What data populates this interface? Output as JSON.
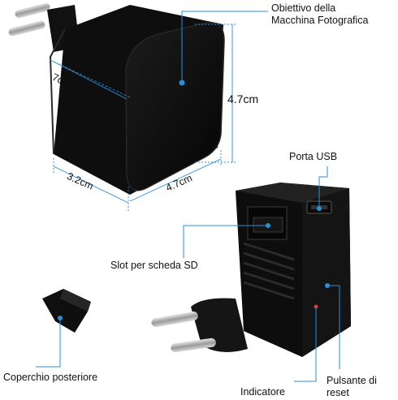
{
  "labels": {
    "lens": [
      "Obiettivo della",
      "Macchina Fotografica"
    ],
    "usb_port": "Porta USB",
    "sd_slot": "Slot per scheda SD",
    "back_cover": "Coperchio posteriore",
    "indicator": "Indicatore",
    "reset": [
      "Pulsante di",
      "reset"
    ]
  },
  "dimensions": {
    "length": "7cm",
    "height": "4.7cm",
    "depth": "3.2cm",
    "width": "4.7cm"
  },
  "colors": {
    "body": "#0b0b0b",
    "callout": "#2a8fd6"
  }
}
